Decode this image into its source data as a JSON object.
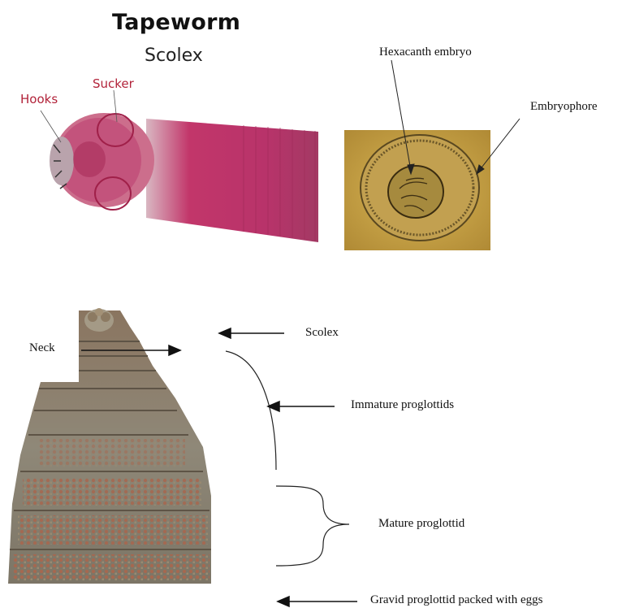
{
  "title": "Tapeworm",
  "subtitle": "Scolex",
  "labels": {
    "hooks": "Hooks",
    "sucker": "Sucker",
    "hexacanth": "Hexacanth embryo",
    "embryophore": "Embryophore",
    "neck": "Neck",
    "scolex": "Scolex",
    "immature": "Immature proglottids",
    "mature": "Mature proglottid",
    "gravid": "Gravid proglottid packed with eggs"
  },
  "colors": {
    "scolex_stain": "#c2366a",
    "egg_background": "#c9a544",
    "worm_body": "#8b7d6a",
    "label_red": "#b2233a"
  }
}
